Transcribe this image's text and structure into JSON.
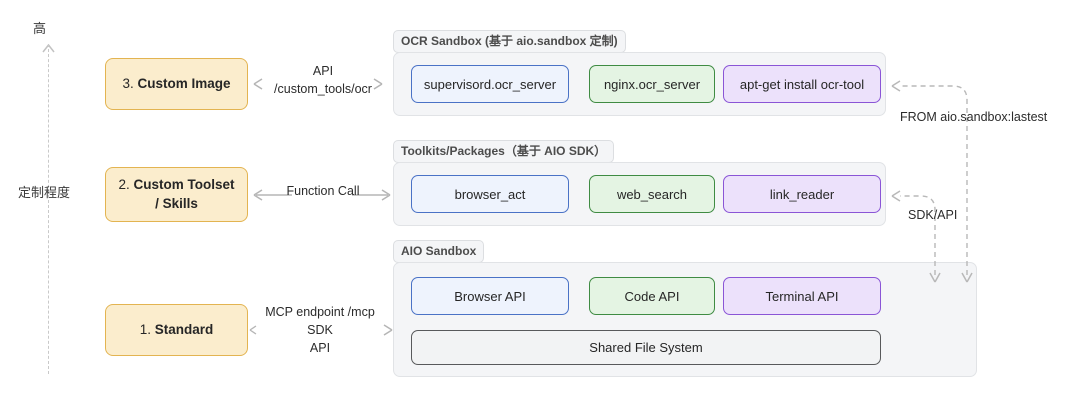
{
  "axis": {
    "top_label": "高",
    "side_label": "定制程度",
    "arrow_icon": "arrow-up-icon"
  },
  "levels": [
    {
      "id": "level3",
      "number": "3.",
      "name": "Custom Image"
    },
    {
      "id": "level2",
      "number": "2.",
      "name": "Custom Toolset\n/ Skills"
    },
    {
      "id": "level1",
      "number": "1.",
      "name": "Standard"
    }
  ],
  "connectors": [
    {
      "id": "conn3",
      "label": "API\n/custom_tools/ocr",
      "arrow": "bidirectional-arrow-icon"
    },
    {
      "id": "conn2",
      "label": "Function Call",
      "arrow": "bidirectional-arrow-icon"
    },
    {
      "id": "conn1",
      "label": "MCP endpoint /mcp\nSDK\nAPI",
      "arrow": "bidirectional-arrow-icon"
    }
  ],
  "groups": {
    "ocr": {
      "tag": "OCR Sandbox (基于 aio.sandbox 定制)",
      "items": [
        {
          "label": "supervisord.ocr_server",
          "color": "blue"
        },
        {
          "label": "nginx.ocr_server",
          "color": "green"
        },
        {
          "label": "apt-get install ocr-tool",
          "color": "purple"
        }
      ]
    },
    "toolkits": {
      "tag": "Toolkits/Packages（基于 AIO SDK）",
      "items": [
        {
          "label": "browser_act",
          "color": "blue"
        },
        {
          "label": "web_search",
          "color": "green"
        },
        {
          "label": "link_reader",
          "color": "purple"
        }
      ]
    },
    "aio": {
      "tag": "AIO Sandbox",
      "items": [
        {
          "label": "Browser API",
          "color": "blue"
        },
        {
          "label": "Code API",
          "color": "green"
        },
        {
          "label": "Terminal API",
          "color": "purple"
        }
      ],
      "shared": {
        "label": "Shared File System",
        "color": "grey"
      }
    }
  },
  "routes": [
    {
      "id": "from-route",
      "label": "FROM aio.sandbox:lastest"
    },
    {
      "id": "sdk-route",
      "label": "SDK/API"
    }
  ],
  "colors": {
    "yellow_fill": "#fbedcd",
    "yellow_border": "#e3b451",
    "blue_fill": "#eef3fd",
    "blue_border": "#4a72c6",
    "green_fill": "#e4f4e3",
    "green_border": "#3f8b43",
    "purple_fill": "#ece1fb",
    "purple_border": "#8a55d6",
    "grey_fill": "#f2f3f4",
    "grey_border": "#58595b",
    "group_fill": "#f4f5f7",
    "dashed": "#b8b8b8"
  }
}
